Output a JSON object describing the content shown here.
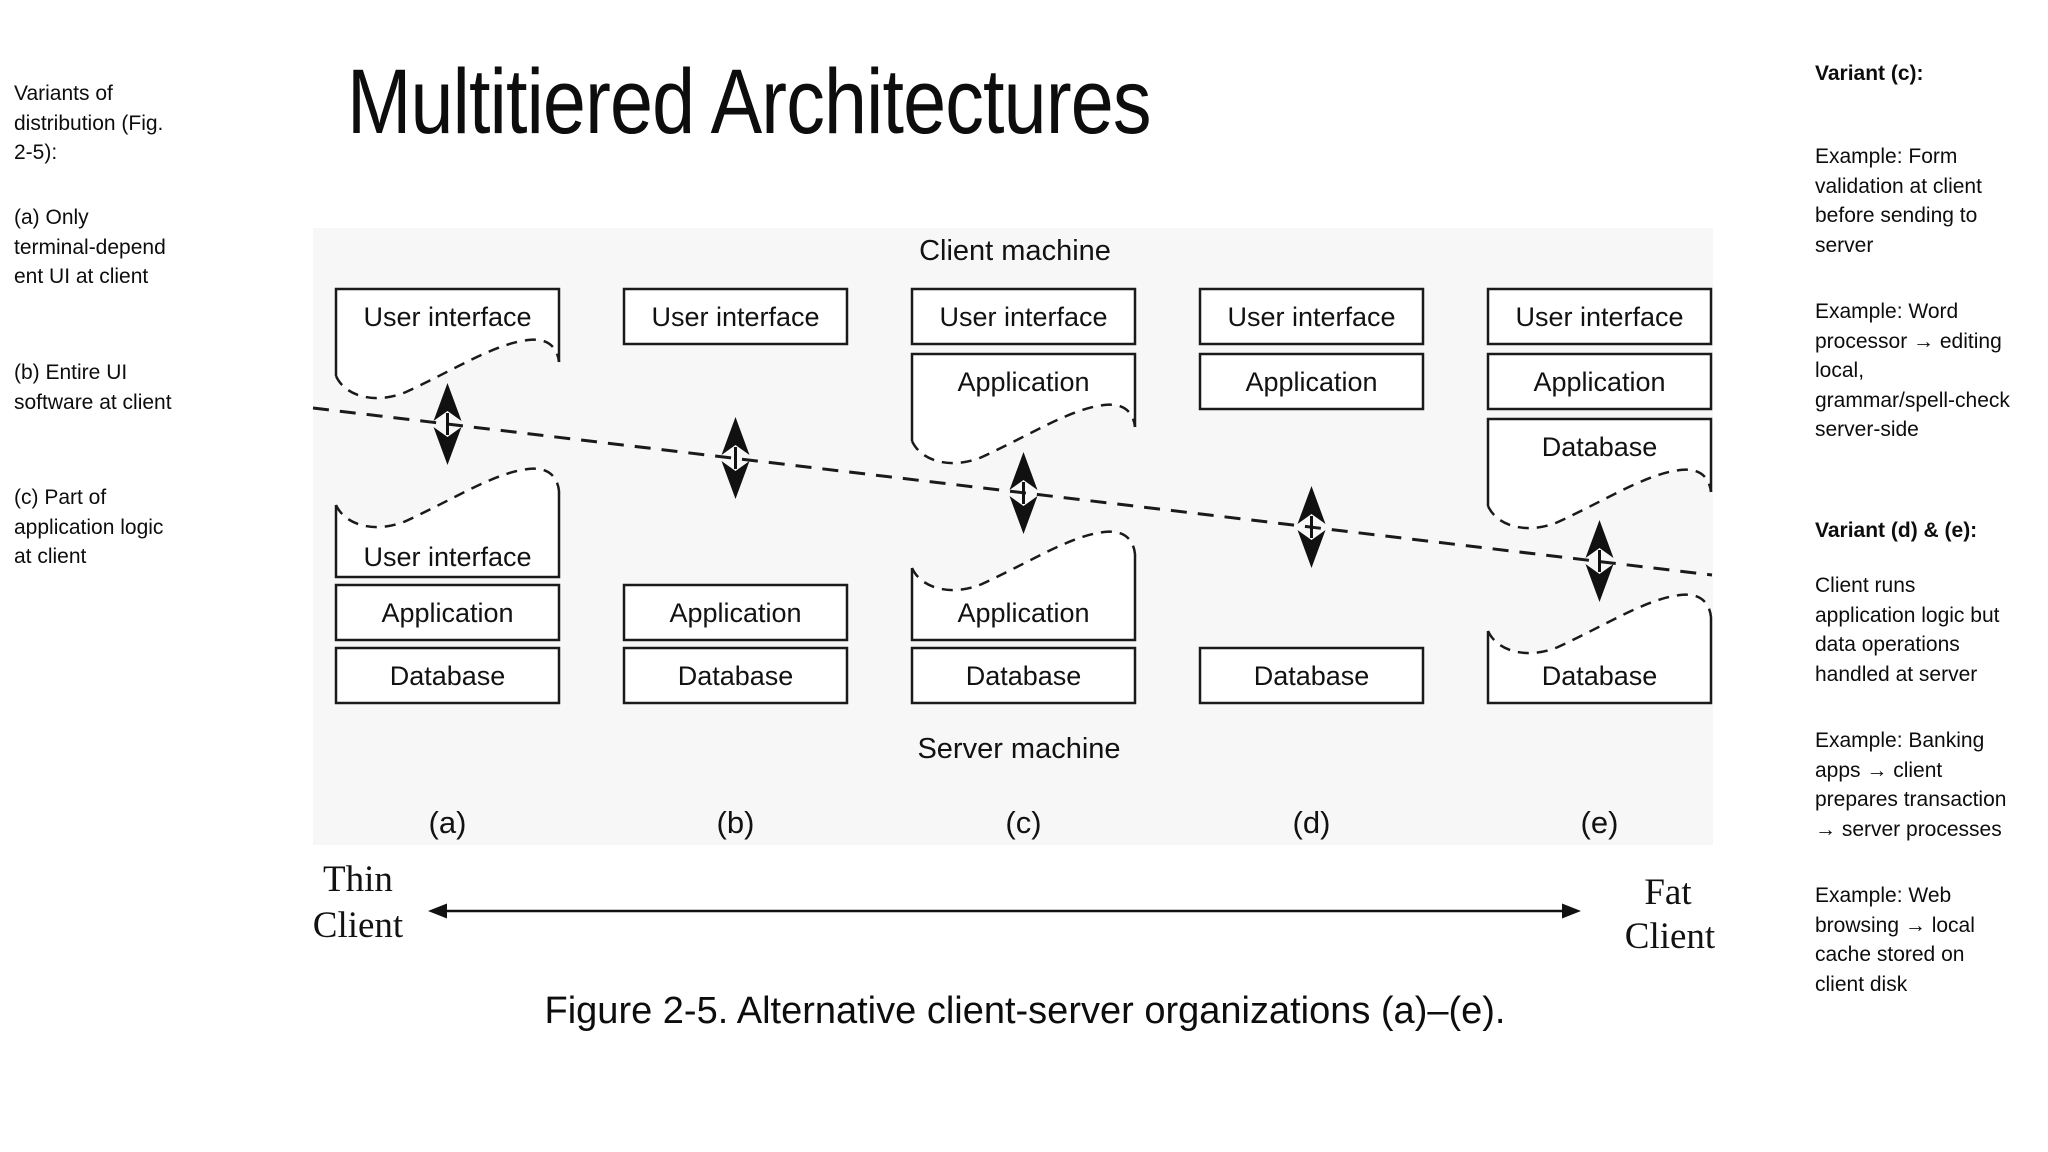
{
  "slide": {
    "title": "Multitiered Architectures",
    "caption": "Figure 2-5. Alternative client-server organizations (a)–(e)."
  },
  "colors": {
    "background": "#ffffff",
    "diagram_background": "#f7f7f7",
    "ink": "#111111"
  },
  "left_notes": {
    "intro": [
      "Variants of",
      "distribution (Fig.",
      "2-5):"
    ],
    "a": [
      "(a) Only",
      "terminal-depend",
      "ent UI at client"
    ],
    "b": [
      "(b) Entire UI",
      "software at client"
    ],
    "c": [
      "(c) Part of",
      "application logic",
      "at client"
    ]
  },
  "right_notes": {
    "h1": "Variant (c):",
    "p1": [
      "Example: Form",
      "validation at client",
      "before sending to",
      "server"
    ],
    "p2": [
      "Example: Word",
      "processor → editing",
      "local,",
      "grammar/spell-check",
      "server-side"
    ],
    "h2": "Variant (d) & (e):",
    "p3": [
      "Client runs",
      "application logic but",
      "data operations",
      "handled at server"
    ],
    "p4": [
      "Example: Banking",
      "apps → client",
      "prepares transaction",
      "→ server processes"
    ],
    "p5": [
      "Example: Web",
      "browsing → local",
      "cache stored on",
      "client disk"
    ]
  },
  "diagram": {
    "client_machine": "Client machine",
    "server_machine": "Server machine",
    "thin_client": [
      "Thin",
      "Client"
    ],
    "fat_client": [
      "Fat",
      "Client"
    ],
    "columns": [
      {
        "label": "(a)",
        "client_boxes": [
          "User interface"
        ],
        "server_boxes": [
          "User interface",
          "Application",
          "Database"
        ]
      },
      {
        "label": "(b)",
        "client_boxes": [
          "User interface"
        ],
        "server_boxes": [
          "Application",
          "Database"
        ]
      },
      {
        "label": "(c)",
        "client_boxes": [
          "User interface",
          "Application"
        ],
        "server_boxes": [
          "Application",
          "Database"
        ]
      },
      {
        "label": "(d)",
        "client_boxes": [
          "User interface",
          "Application"
        ],
        "server_boxes": [
          "Database"
        ]
      },
      {
        "label": "(e)",
        "client_boxes": [
          "User interface",
          "Application",
          "Database"
        ],
        "server_boxes": [
          "Database"
        ]
      }
    ]
  }
}
